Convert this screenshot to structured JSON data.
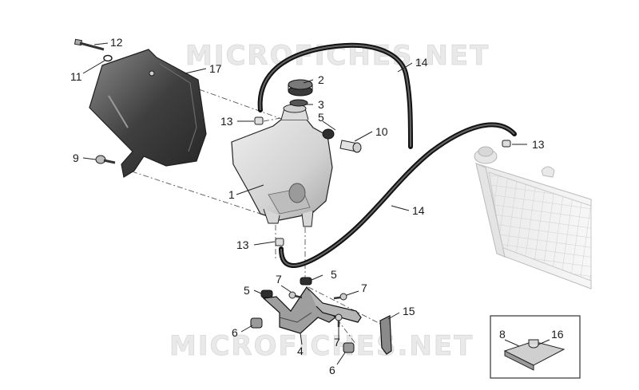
{
  "watermark": "MICROFICHES.NET",
  "callouts": [
    "12",
    "11",
    "17",
    "14",
    "2",
    "3",
    "13",
    "5",
    "10",
    "13",
    "9",
    "1",
    "14",
    "13",
    "5",
    "7",
    "5",
    "7",
    "15",
    "6",
    "4",
    "7",
    "6",
    "8",
    "16"
  ],
  "colors": {
    "part_dark": "#4a4a4a",
    "part_light": "#e2e2e2",
    "line": "#222222"
  }
}
